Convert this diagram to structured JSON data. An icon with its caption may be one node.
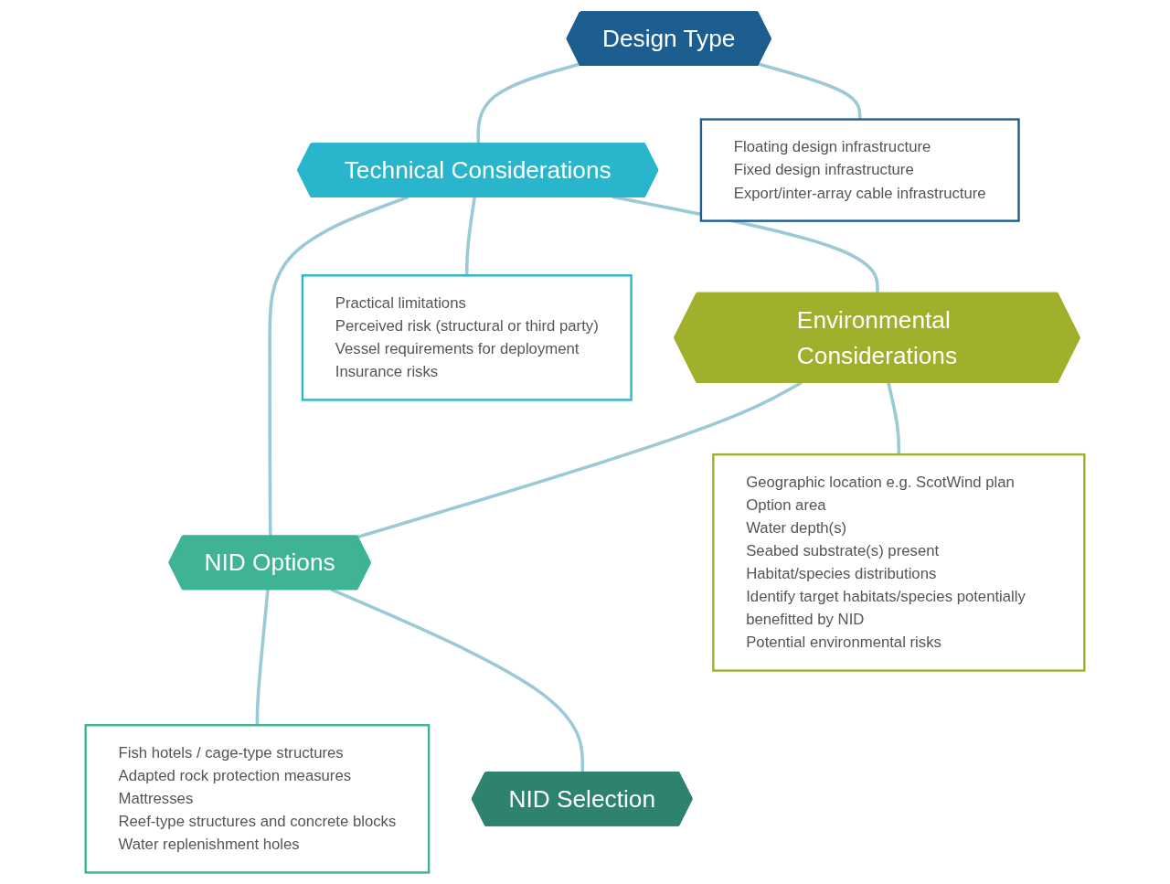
{
  "diagram": {
    "nodes": [
      {
        "text": [
          "Design Type"
        ]
      },
      {
        "text": [
          "Floating design infrastructure",
          "Fixed design infrastructure",
          "Export/inter-array cable infrastructure"
        ]
      },
      {
        "text": [
          "Technical Considerations"
        ]
      },
      {
        "text": [
          "Practical limitations",
          "Perceived risk (structural or third party)",
          "Vessel requirements for deployment",
          "Insurance risks"
        ]
      },
      {
        "text": [
          "Environmental Considerations"
        ]
      },
      {
        "text": [
          "Geographic location e.g. ScotWind plan Option area",
          "Water depth(s)",
          "Seabed substrate(s) present",
          "Habitat/species distributions",
          "Identify target habitats/species potentially benefitted by NID",
          "Potential environmental risks"
        ]
      },
      {
        "text": [
          "NID Options"
        ]
      },
      {
        "text": [
          "Fish hotels / cage-type structures",
          "Adapted rock protection measures",
          "Mattresses",
          "Reef-type structures and concrete blocks",
          "Water replenishment holes"
        ]
      },
      {
        "text": [
          "NID Selection"
        ]
      }
    ],
    "edges": [
      {
        "from": 0,
        "to": 1,
        "arrow": "none"
      },
      {
        "from": 0,
        "to": 2,
        "arrow": "none"
      },
      {
        "from": 2,
        "to": 3,
        "arrow": "none"
      },
      {
        "from": 2,
        "to": 4,
        "arrow": "none"
      },
      {
        "from": 4,
        "to": 5,
        "arrow": "none"
      },
      {
        "from": 2,
        "to": 6,
        "arrow": "none"
      },
      {
        "from": 4,
        "to": 6,
        "arrow": "none"
      },
      {
        "from": 6,
        "to": 7,
        "arrow": "none"
      },
      {
        "from": 6,
        "to": 8,
        "arrow": "none"
      }
    ]
  }
}
